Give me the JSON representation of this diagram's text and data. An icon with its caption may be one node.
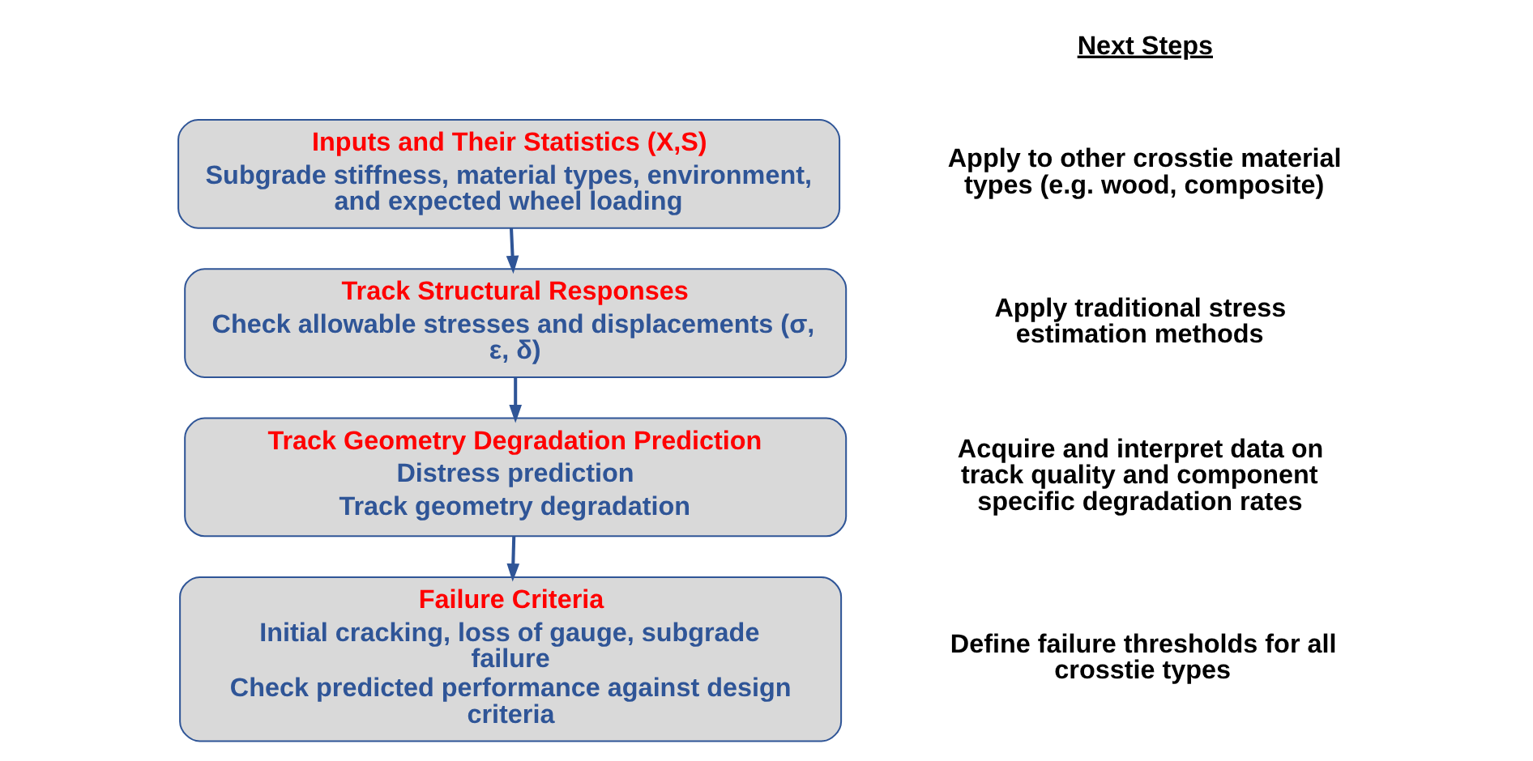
{
  "diagram": {
    "nodes": [
      {
        "text": [
          "Inputs and Their Statistics (X,S)",
          "Subgrade stiffness, material types, environment, and expected wheel loading"
        ]
      },
      {
        "text": [
          "Track Structural Responses",
          "Check allowable stresses and displacements (σ, ε, δ)"
        ]
      },
      {
        "text": [
          "Track Geometry Degradation Prediction",
          "Distress prediction",
          "Track geometry degradation"
        ]
      },
      {
        "text": [
          "Failure Criteria",
          "Initial cracking, loss of gauge, subgrade failure",
          "Check predicted performance against design criteria"
        ]
      }
    ],
    "edges": [
      {
        "from": 0,
        "to": 1,
        "arrow": "to"
      },
      {
        "from": 1,
        "to": 2,
        "arrow": "to"
      },
      {
        "from": 2,
        "to": 3,
        "arrow": "to"
      }
    ],
    "labels": [
      "Next Steps",
      "Apply to other crosstie material types (e.g. wood, composite)",
      "Apply traditional stress estimation methods",
      "Acquire and interpret data on track quality and component specific degradation rates",
      "Define failure thresholds for all crosstie types"
    ]
  }
}
